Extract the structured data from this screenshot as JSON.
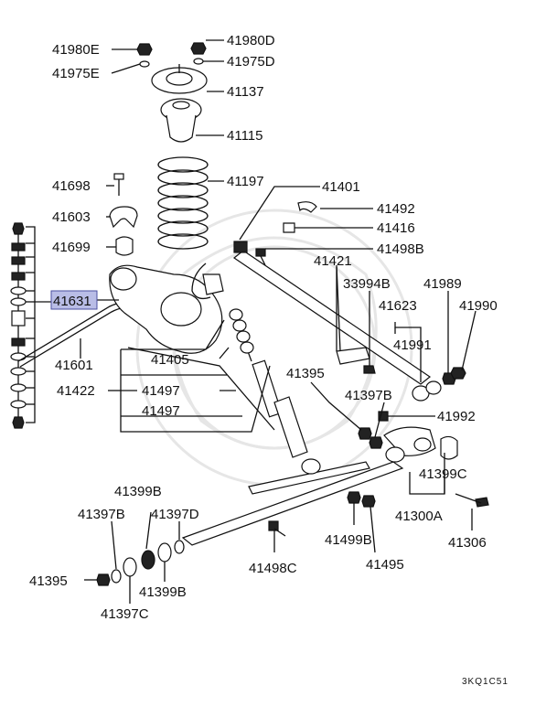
{
  "highlight_part": "41631",
  "diagram_code": "3KQ1C51",
  "labels": {
    "l_41980E": "41980E",
    "l_41975E": "41975E",
    "l_41980D": "41980D",
    "l_41975D": "41975D",
    "l_41137": "41137",
    "l_41115": "41115",
    "l_41197": "41197",
    "l_41698": "41698",
    "l_41603": "41603",
    "l_41699": "41699",
    "l_41631": "41631",
    "l_41601": "41601",
    "l_41422": "41422",
    "l_41401": "41401",
    "l_41492": "41492",
    "l_41416": "41416",
    "l_41498B": "41498B",
    "l_41421": "41421",
    "l_33994B": "33994B",
    "l_41989": "41989",
    "l_41623": "41623",
    "l_41990": "41990",
    "l_41991": "41991",
    "l_41405": "41405",
    "l_41497a": "41497",
    "l_41497b": "41497",
    "l_41395a": "41395",
    "l_41397Ba": "41397B",
    "l_41992": "41992",
    "l_41399C": "41399C",
    "l_41300A": "41300A",
    "l_41306": "41306",
    "l_41399Ba": "41399B",
    "l_41397Bb": "41397B",
    "l_41397D": "41397D",
    "l_41395b": "41395",
    "l_41399Bb": "41399B",
    "l_41397C": "41397C",
    "l_41498C": "41498C",
    "l_41499B": "41499B",
    "l_41495": "41495"
  }
}
